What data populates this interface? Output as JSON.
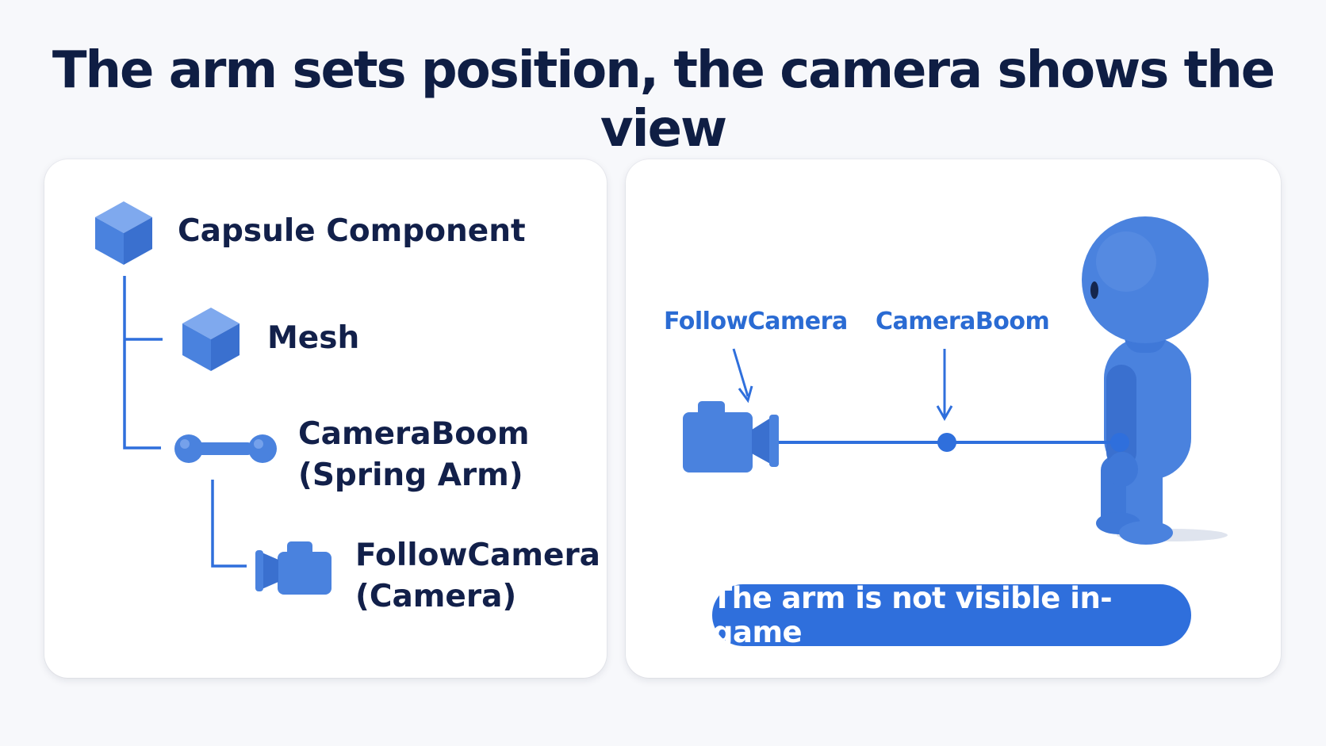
{
  "title": "The arm sets position, the camera shows the view",
  "hierarchy": {
    "capsule": "Capsule Component",
    "mesh": "Mesh",
    "boom": "CameraBoom\n(Spring Arm)",
    "camera": "FollowCamera\n(Camera)"
  },
  "scene": {
    "camera_label": "FollowCamera",
    "boom_label": "CameraBoom",
    "note": "The arm is not visible in-game"
  },
  "colors": {
    "accent": "#2f6fdc",
    "icon_blue": "#4a82de",
    "title": "#0f1e44"
  },
  "icons": [
    "cube-icon",
    "spring-arm-icon",
    "camera-icon",
    "character-figure"
  ]
}
